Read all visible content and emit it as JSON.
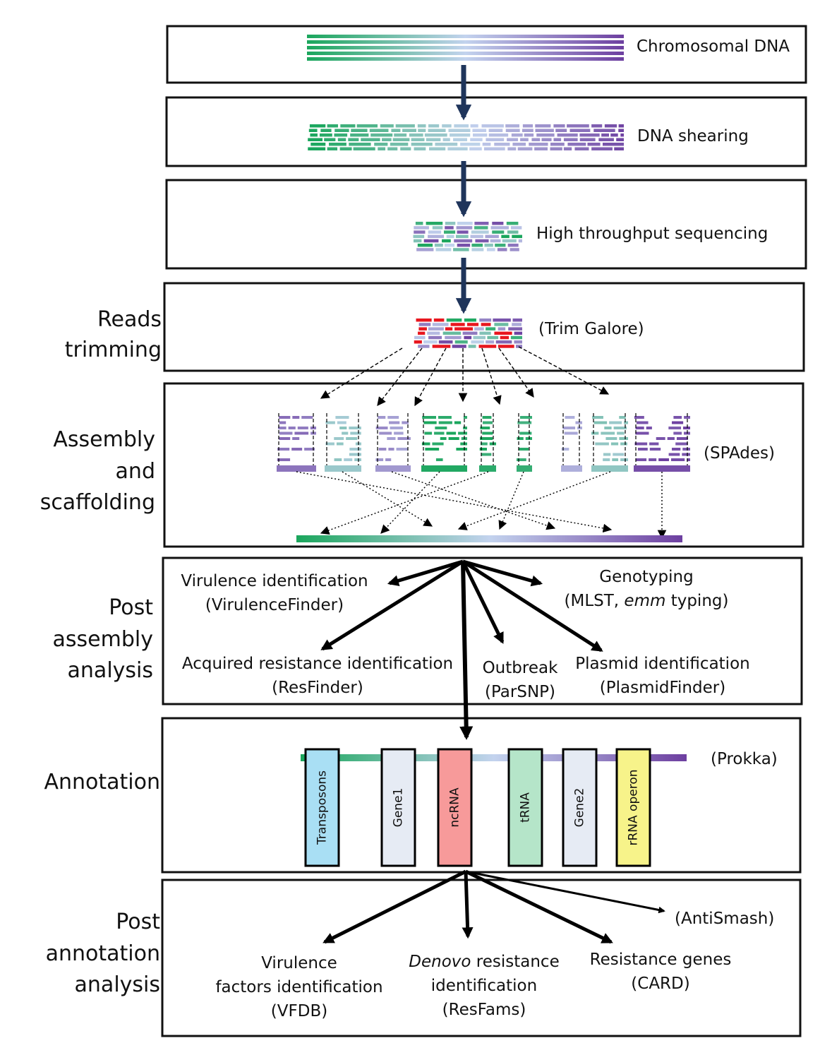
{
  "colors": {
    "green": "#1aa65c",
    "light_blue": "#c3d3ee",
    "purple": "#6d3fa0",
    "arrow_navy": "#1f355b",
    "trim_red": "#e8161e",
    "transposons_fill": "#a9dff4",
    "gene_fill": "#e6ebf4",
    "ncrna_fill": "#f79a9a",
    "trna_fill": "#b5e5c9",
    "rrna_fill": "#f7f38a"
  },
  "steps": {
    "chromosomal": {
      "label": "Chromosomal DNA"
    },
    "shearing": {
      "label": "DNA shearing"
    },
    "sequencing": {
      "label": "High throughput sequencing"
    },
    "trimming": {
      "side_line1": "Reads",
      "side_line2": "trimming",
      "tool": "(Trim Galore)"
    },
    "assembly": {
      "side_line1": "Assembly",
      "side_line2": "and",
      "side_line3": "scaffolding",
      "tool": "(SPAdes)"
    },
    "post_assembly": {
      "side_line1": "Post",
      "side_line2": "assembly",
      "side_line3": "analysis",
      "virulence_line1": "Virulence identification",
      "virulence_line2": "(VirulenceFinder)",
      "genotyping_line1": "Genotyping",
      "genotyping_line2_pre": "(MLST, ",
      "genotyping_line2_italic": "emm",
      "genotyping_line2_post": " typing)",
      "acquired_line1": "Acquired resistance identification",
      "acquired_line2": "(ResFinder)",
      "outbreak_line1": "Outbreak",
      "outbreak_line2": "(ParSNP)",
      "plasmid_line1": "Plasmid identification",
      "plasmid_line2": "(PlasmidFinder)"
    },
    "annotation": {
      "side_line1": "Annotation",
      "tool": "(Prokka)",
      "features": [
        "Transposons",
        "Gene1",
        "ncRNA",
        "tRNA",
        "Gene2",
        "rRNA operon"
      ]
    },
    "post_annotation": {
      "side_line1": "Post",
      "side_line2": "annotation",
      "side_line3": "analysis",
      "antismash": "(AntiSmash)",
      "vfdb_line1": "Virulence",
      "vfdb_line2": "factors identification",
      "vfdb_line3": "(VFDB)",
      "denovo_italic": "Denovo",
      "denovo_line1_post": " resistance",
      "denovo_line2": "identification",
      "denovo_line3": "(ResFams)",
      "card_line1": "Resistance genes",
      "card_line2": "(CARD)"
    }
  }
}
